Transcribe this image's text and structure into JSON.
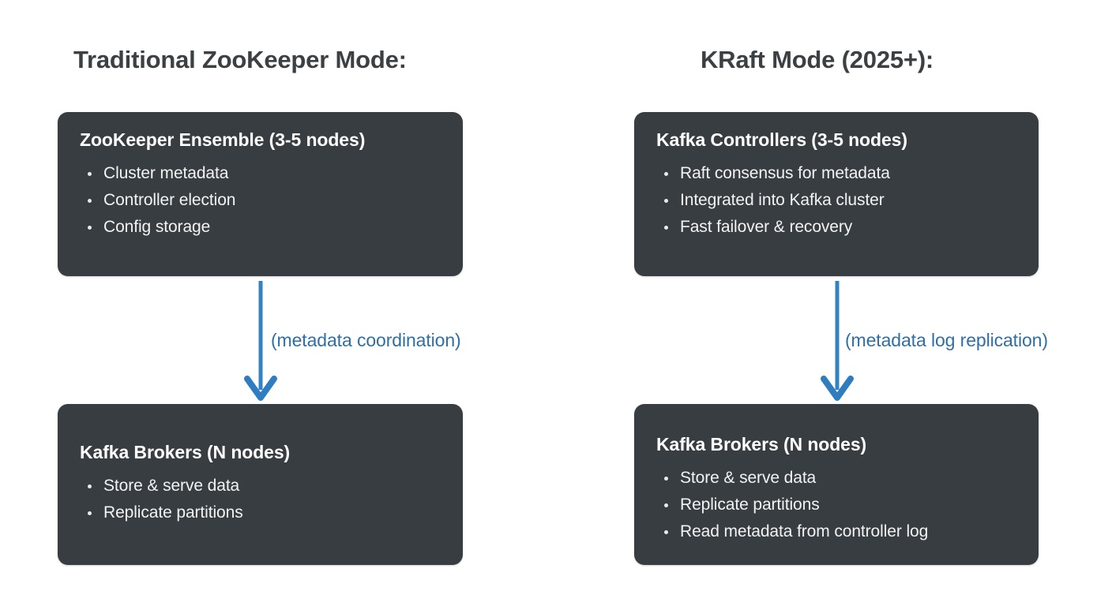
{
  "diagram": {
    "background_color": "#ffffff",
    "box_color": "#383d42",
    "accent_color": "#3383c4",
    "heading_color": "#3c4043",
    "columns": [
      {
        "heading": "Traditional ZooKeeper Mode:",
        "top_box": {
          "title": "ZooKeeper Ensemble (3-5 nodes)",
          "bullets": [
            "Cluster metadata",
            "Controller election",
            "Config storage"
          ]
        },
        "arrow": {
          "label": "(metadata coordination)",
          "direction": "down"
        },
        "bottom_box": {
          "title": "Kafka Brokers (N nodes)",
          "bullets": [
            "Store & serve data",
            "Replicate partitions"
          ]
        }
      },
      {
        "heading": "KRaft Mode (2025+):",
        "top_box": {
          "title": "Kafka Controllers (3-5 nodes)",
          "bullets": [
            "Raft consensus for metadata",
            "Integrated into Kafka cluster",
            "Fast failover & recovery"
          ]
        },
        "arrow": {
          "label": "(metadata log replication)",
          "direction": "down"
        },
        "bottom_box": {
          "title": "Kafka Brokers (N nodes)",
          "bullets": [
            "Store & serve data",
            "Replicate partitions",
            "Read metadata from controller log"
          ]
        }
      }
    ]
  }
}
